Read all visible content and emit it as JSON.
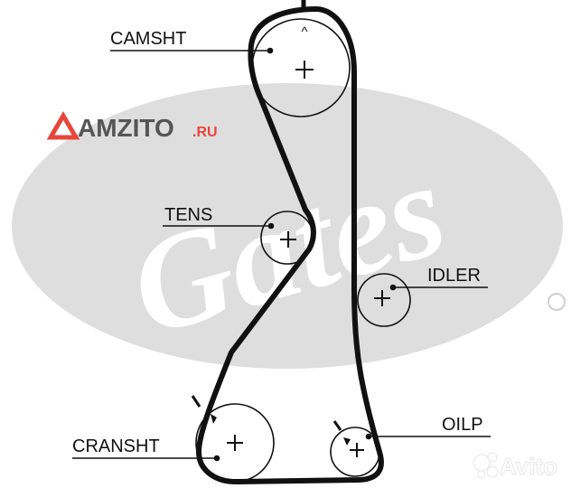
{
  "labels": {
    "camshaft": "CAMSHT",
    "tensioner": "TENS",
    "idler": "IDLER",
    "crankshaft": "CRANSHT",
    "oil_pump": "OILP",
    "timing_mark": "^"
  },
  "watermarks": {
    "brand_logo": "Gates",
    "site_name_main": "AMZITO",
    "site_name_suffix": ".RU",
    "classifieds": "Avito"
  },
  "colors": {
    "belt": "#111111",
    "pulley": "#111111",
    "watermark_gray": "#dedede",
    "amzito_red": "#e8453c",
    "amzito_gray": "#555555"
  },
  "icons": {
    "pulley_center": "plus-icon",
    "avito_logo": "avito-dots-icon"
  }
}
